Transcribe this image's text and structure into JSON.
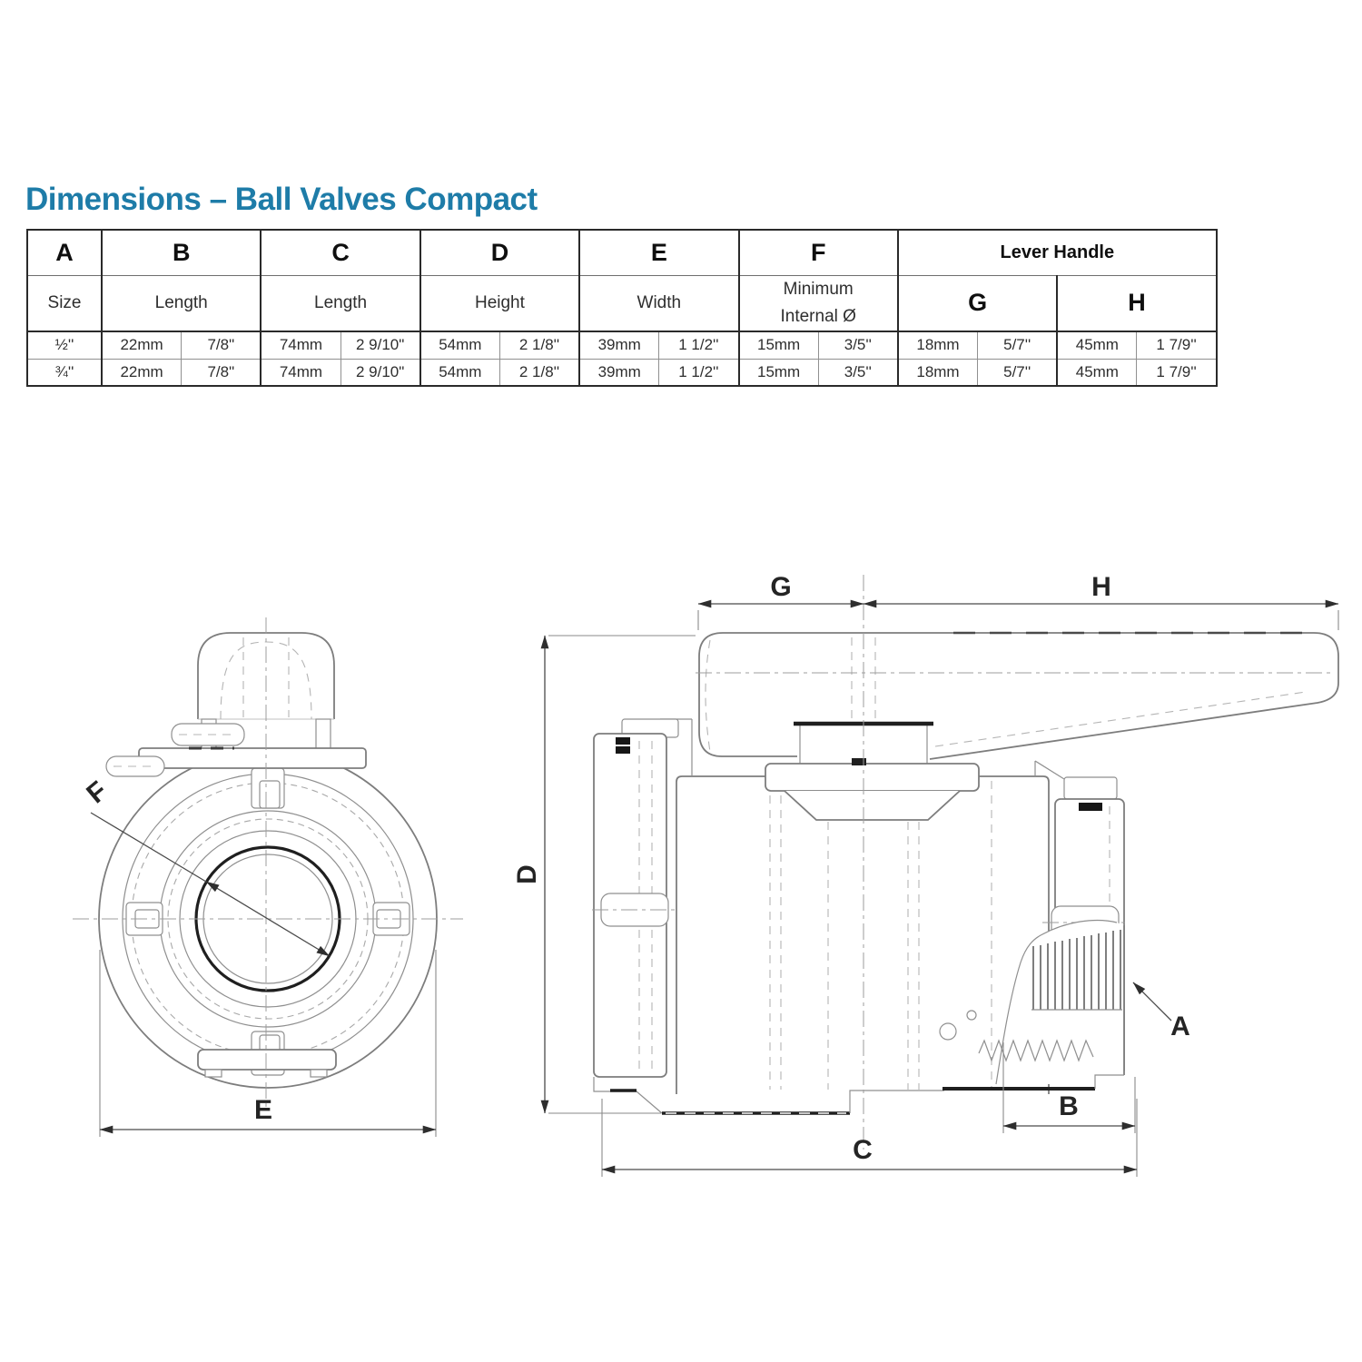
{
  "title": "Dimensions – Ball Valves Compact",
  "colors": {
    "title_accent": "#1e7ca8",
    "line_gray": "#7d7d7d",
    "dark_line": "#1f1f1f"
  },
  "table": {
    "headers": [
      "A",
      "B",
      "C",
      "D",
      "E",
      "F",
      "Lever Handle"
    ],
    "subheaders": [
      "Size",
      "Length",
      "Length",
      "Height",
      "Width",
      "Minimum Internal Ø",
      "G",
      "H"
    ],
    "rows": [
      [
        "½''",
        "22mm",
        "7/8\"",
        "74mm",
        "2 9/10\"",
        "54mm",
        "2 1/8''",
        "39mm",
        "1 1/2''",
        "15mm",
        "3/5''",
        "18mm",
        "5/7''",
        "45mm",
        "1 7/9''"
      ],
      [
        "¾''",
        "22mm",
        "7/8\"",
        "74mm",
        "2 9/10\"",
        "54mm",
        "2 1/8''",
        "39mm",
        "1 1/2''",
        "15mm",
        "3/5''",
        "18mm",
        "5/7''",
        "45mm",
        "1 7/9''"
      ]
    ]
  },
  "drawing": {
    "labels": {
      "A": "A",
      "B": "B",
      "C": "C",
      "D": "D",
      "E": "E",
      "F": "F",
      "G": "G",
      "H": "H"
    }
  }
}
